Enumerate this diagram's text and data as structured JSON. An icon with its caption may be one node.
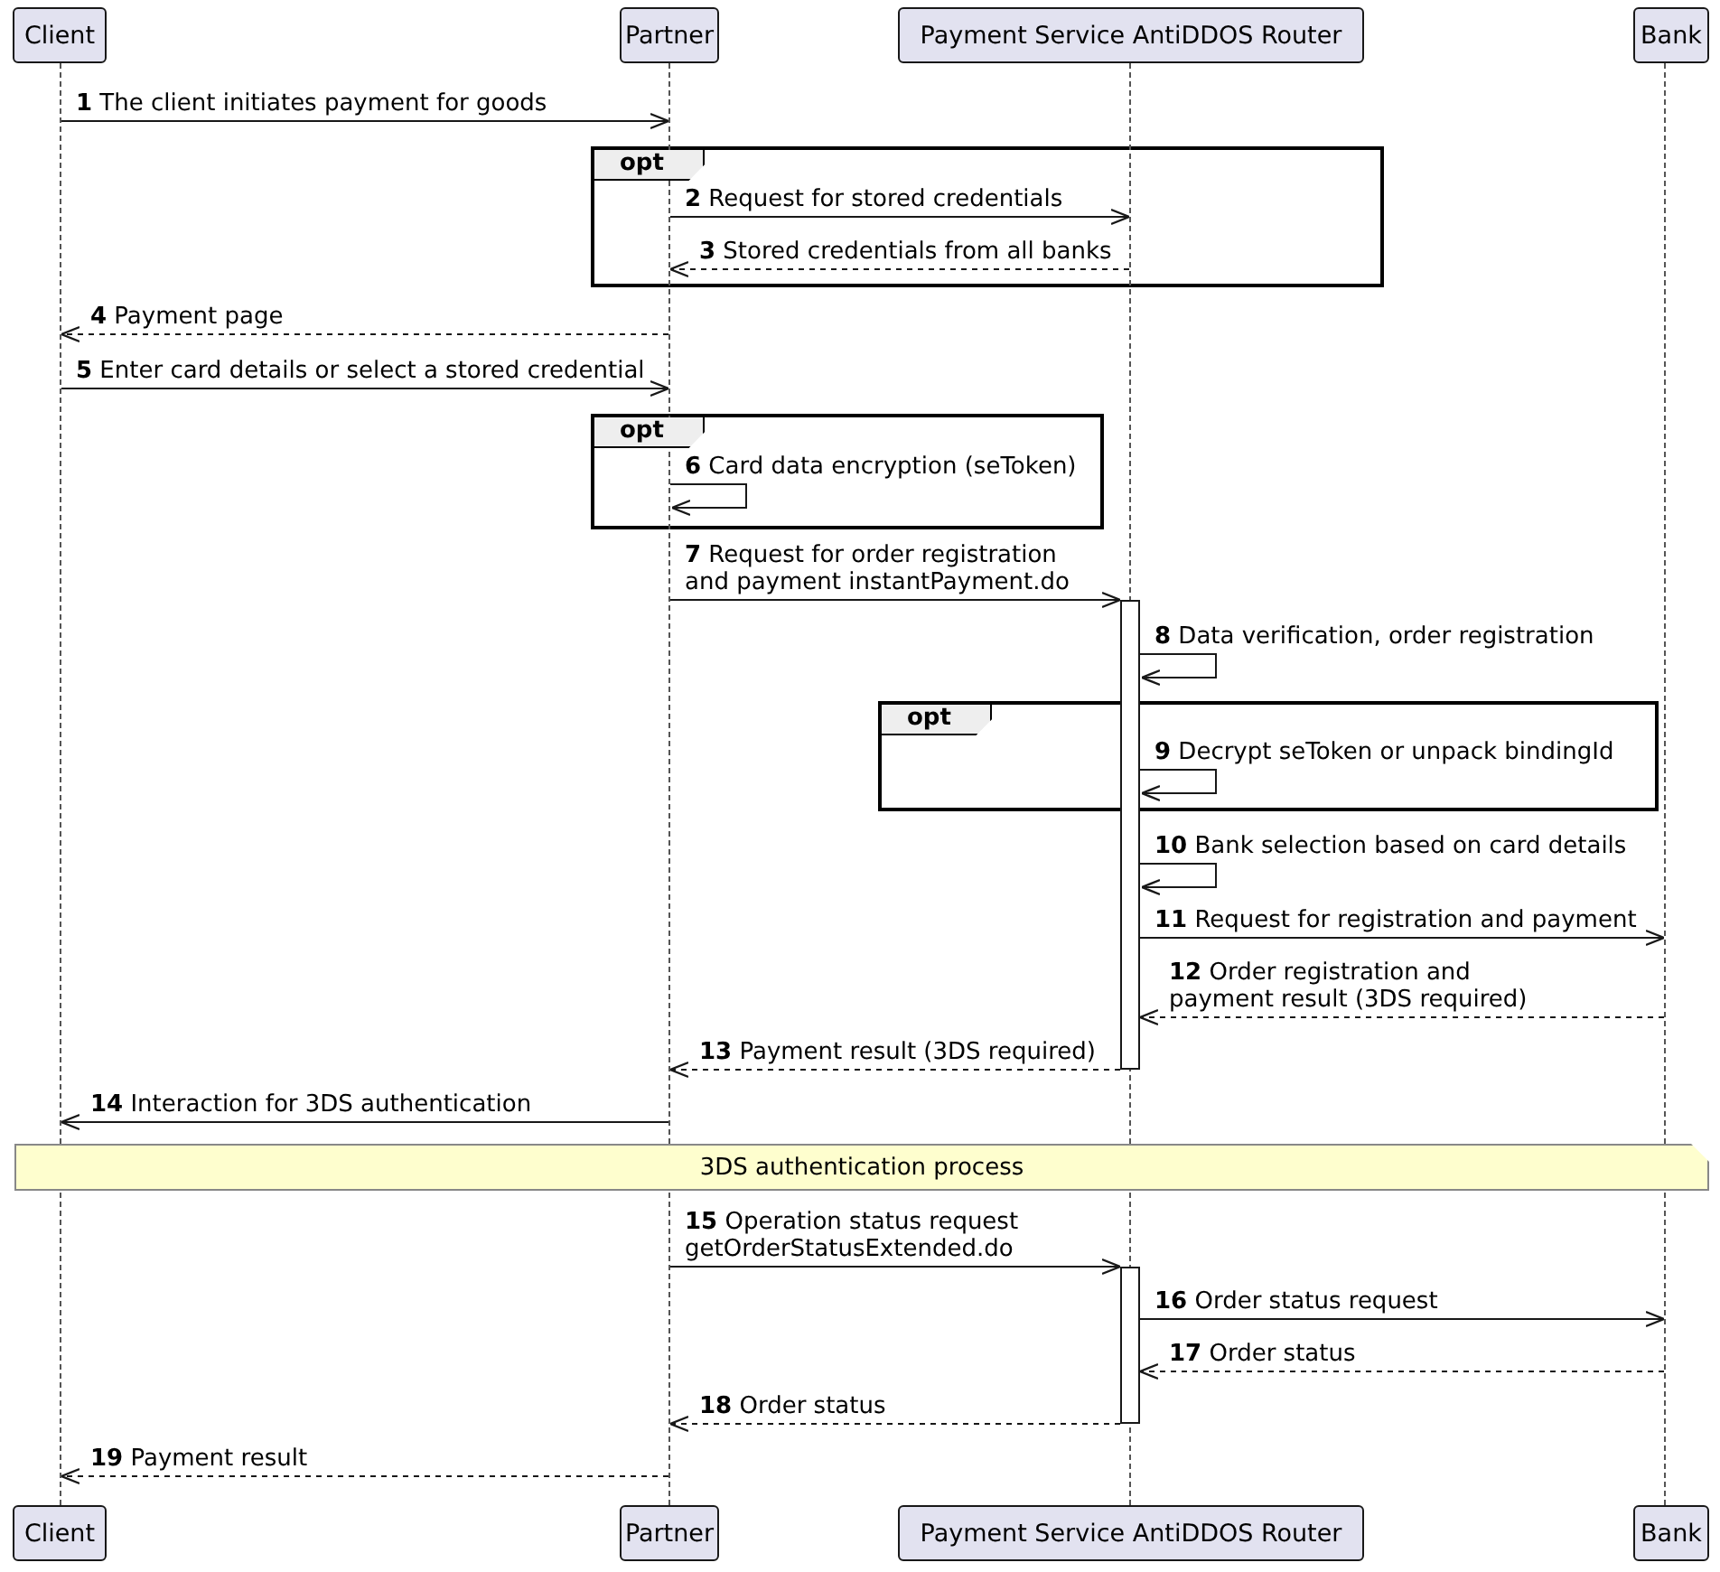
{
  "diagram": {
    "nodes": [
      {
        "text": [
          "Client"
        ]
      },
      {
        "text": [
          "Partner"
        ]
      },
      {
        "text": [
          "Payment Service AntiDDOS Router"
        ]
      },
      {
        "text": [
          "Bank"
        ]
      },
      {
        "text": [],
        "shape": "line"
      },
      {
        "text": [],
        "shape": "line"
      },
      {
        "text": [],
        "shape": "line"
      },
      {
        "text": [],
        "shape": "line"
      },
      {
        "text": [
          "opt"
        ]
      },
      {
        "text": [
          "opt"
        ]
      },
      {
        "text": [],
        "shape": "bar"
      },
      {
        "text": [
          "opt"
        ]
      },
      {
        "text": [
          "3DS authentication process"
        ]
      },
      {
        "text": [],
        "shape": "bar"
      },
      {
        "text": [
          "Client"
        ]
      },
      {
        "text": [
          "Partner"
        ]
      },
      {
        "text": [
          "Payment Service AntiDDOS Router"
        ]
      },
      {
        "text": [
          "Bank"
        ]
      }
    ],
    "edges": [
      {
        "from": 4,
        "to": 5,
        "arrow": "to",
        "label": "**1** The client initiates payment for goods"
      },
      {
        "from": 5,
        "to": 6,
        "arrow": "to",
        "label": "**2** Request for stored credentials"
      },
      {
        "from": 6,
        "to": 5,
        "arrow": "to",
        "style": "dashed",
        "label": "**3** Stored credentials from all banks"
      },
      {
        "from": 5,
        "to": 4,
        "arrow": "to",
        "style": "dashed",
        "label": "**4** Payment page"
      },
      {
        "from": 4,
        "to": 5,
        "arrow": "to",
        "label": "**5** Enter card details or select a stored credential"
      },
      {
        "from": 5,
        "to": 5,
        "arrow": "to",
        "label": "**6** Card data encryption (seToken)"
      },
      {
        "from": 5,
        "to": 10,
        "arrow": "to",
        "label": "**7** Request for order registration and payment instantPayment.do"
      },
      {
        "from": 10,
        "to": 10,
        "arrow": "to",
        "label": "**8** Data verification, order registration"
      },
      {
        "from": 10,
        "to": 10,
        "arrow": "to",
        "label": "**9** Decrypt seToken or unpack bindingId"
      },
      {
        "from": 10,
        "to": 10,
        "arrow": "to",
        "label": "**10** Bank selection based on card details"
      },
      {
        "from": 10,
        "to": 7,
        "arrow": "to",
        "label": "**11** Request for registration and payment"
      },
      {
        "from": 7,
        "to": 10,
        "arrow": "to",
        "style": "dashed",
        "label": "**12** Order registration and payment result (3DS required)"
      },
      {
        "from": 10,
        "to": 5,
        "arrow": "to",
        "style": "dashed",
        "label": "**13** Payment result (3DS required)"
      },
      {
        "from": 5,
        "to": 4,
        "arrow": "to",
        "label": "**14** Interaction for 3DS authentication"
      },
      {
        "from": 5,
        "to": 13,
        "arrow": "to",
        "label": "**15** Operation status request getOrderStatusExtended.do"
      },
      {
        "from": 13,
        "to": 7,
        "arrow": "to",
        "label": "**16** Order status request"
      },
      {
        "from": 7,
        "to": 13,
        "arrow": "to",
        "style": "dashed",
        "label": "**17** Order status"
      },
      {
        "from": 13,
        "to": 5,
        "arrow": "to",
        "style": "dashed",
        "label": "**18** Order status"
      },
      {
        "from": 5,
        "to": 4,
        "arrow": "to",
        "style": "dashed",
        "label": "**19** Payment result"
      }
    ]
  }
}
